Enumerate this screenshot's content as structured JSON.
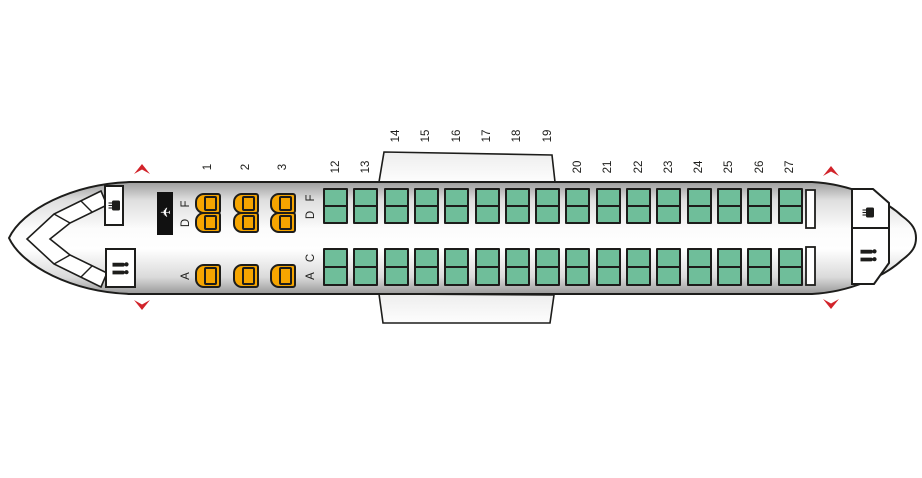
{
  "seat_map": {
    "business": {
      "row_labels": [
        "1",
        "2",
        "3"
      ],
      "top_seat_letters": [
        "F",
        "D"
      ],
      "bottom_seat_letters": [
        "A"
      ],
      "seat_color": "#F6A500"
    },
    "economy": {
      "row_labels": [
        "12",
        "13",
        "14",
        "15",
        "16",
        "17",
        "18",
        "19",
        "20",
        "21",
        "22",
        "23",
        "24",
        "25",
        "26",
        "27"
      ],
      "overwing_row_labels": [
        "14",
        "15",
        "16",
        "17",
        "18",
        "19"
      ],
      "top_seat_letters": [
        "F",
        "D"
      ],
      "bottom_seat_letters": [
        "C",
        "A"
      ],
      "seat_color": "#6FBE9A"
    }
  },
  "facilities": {
    "front": [
      "galley-icon",
      "aircraft-bulkhead-icon",
      "lavatory-icon"
    ],
    "rear": [
      "galley-icon",
      "lavatory-icon"
    ]
  },
  "exits": [
    "front-top",
    "front-bottom",
    "rear-top",
    "rear-bottom"
  ],
  "colors": {
    "exit_arrow": "#D2232A",
    "outline": "#1D1D1B",
    "fuselage_light": "#FFFFFF",
    "fuselage_shadow": "#9D9D9D"
  }
}
